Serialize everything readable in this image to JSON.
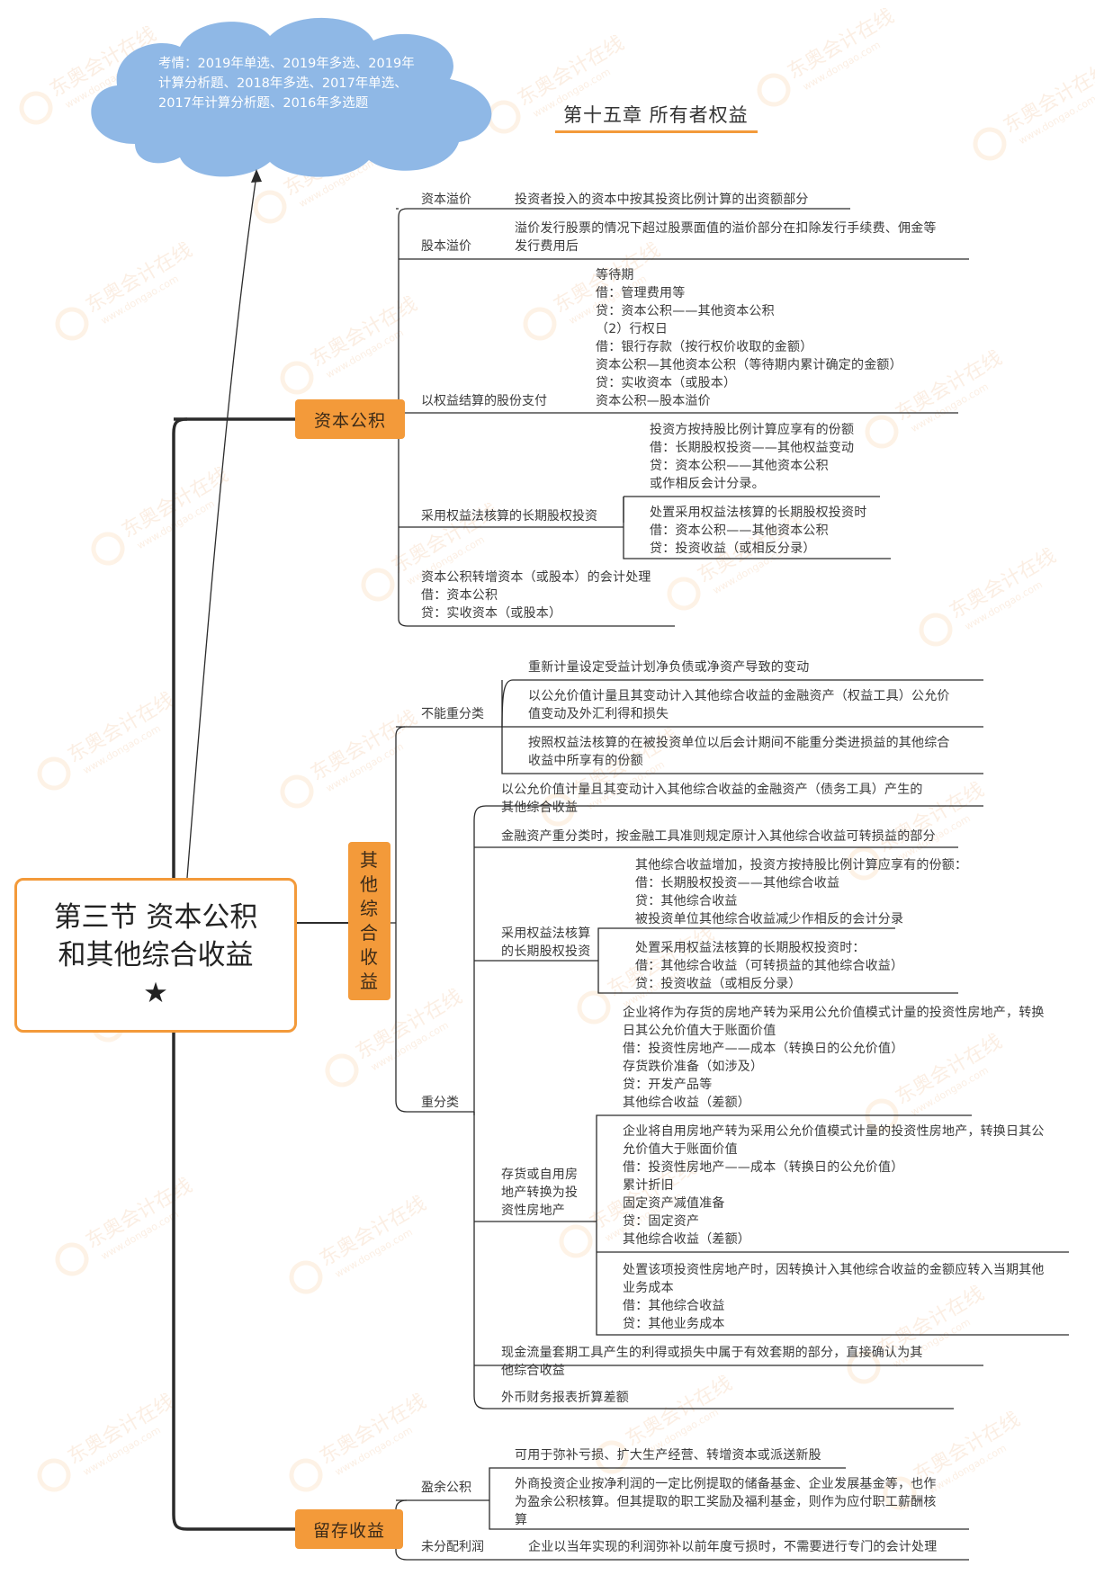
{
  "cloud": {
    "text": "考情：2019年单选、2019年多选、2019年\n计算分析题、2018年多选、2017年单选、\n2017年计算分析题、2016年多选题"
  },
  "chapter_title": "第十五章 所有者权益",
  "root": {
    "line1": "第三节 资本公积",
    "line2": "和其他综合收益",
    "star": "★"
  },
  "capital_reserve": {
    "label": "资本公积",
    "capital_premium": {
      "label": "资本溢价",
      "text": "投资者投入的资本中按其投资比例计算的出资额部分"
    },
    "share_premium": {
      "label": "股本溢价",
      "text": "溢价发行股票的情况下超过股票面值的溢价部分在扣除发行手续费、佣金等\n发行费用后"
    },
    "equity_settled": {
      "label": "以权益结算的股份支付",
      "text": "等待期\n借：管理费用等\n   贷：资本公积——其他资本公积\n（2）行权日\n借：银行存款（按行权价收取的金额）\n      资本公积—其他资本公积（等待期内累计确定的金额）\n   贷：实收资本（或股本）\n         资本公积—股本溢价"
    },
    "equity_method": {
      "label": "采用权益法核算的长期股权投资",
      "text1": "投资方按持股比例计算应享有的份额\n借：长期股权投资——其他权益变动\n   贷：资本公积——其他资本公积\n或作相反会计分录。",
      "text2": "处置采用权益法核算的长期股权投资时\n借：资本公积——其他资本公积\n   贷：投资收益（或相反分录）"
    },
    "conversion": {
      "text": "资本公积转增资本（或股本）的会计处理\n借：资本公积\n   贷：实收资本（或股本）"
    }
  },
  "oci": {
    "label": [
      "其",
      "他",
      "综",
      "合",
      "收",
      "益"
    ],
    "non_reclass": {
      "label": "不能重分类",
      "items": [
        "重新计量设定受益计划净负债或净资产导致的变动",
        "以公允价值计量且其变动计入其他综合收益的金融资产（权益工具）公允价\n值变动及外汇利得和损失",
        "按照权益法核算的在被投资单位以后会计期间不能重分类进损益的其他综合\n收益中所享有的份额"
      ]
    },
    "reclass": {
      "label": "重分类",
      "item1": "以公允价值计量且其变动计入其他综合收益的金融资产（债务工具）产生的\n其他综合收益",
      "item2": "金融资产重分类时，按金融工具准则规定原计入其他综合收益可转损益的部分",
      "equity_method": {
        "label": "采用权益法核算\n的长期股权投资",
        "text1": "其他综合收益增加，投资方按持股比例计算应享有的份额：\n借：长期股权投资——其他综合收益\n   贷：其他综合收益\n被投资单位其他综合收益减少作相反的会计分录",
        "text2": "处置采用权益法核算的长期股权投资时：\n借：其他综合收益（可转损益的其他综合收益）\n   贷：投资收益（或相反分录）"
      },
      "property": {
        "label": "存货或自用房\n地产转换为投\n资性房地产",
        "text1": "企业将作为存货的房地产转为采用公允价值模式计量的投资性房地产，转换\n日其公允价值大于账面价值\n借：投资性房地产——成本（转换日的公允价值）\n      存货跌价准备（如涉及）\n   贷：开发产品等\n         其他综合收益（差额）",
        "text2": "企业将自用房地产转为采用公允价值模式计量的投资性房地产，转换日其公\n允价值大于账面价值\n借：投资性房地产——成本（转换日的公允价值）\n      累计折旧\n      固定资产减值准备\n   贷：固定资产\n         其他综合收益（差额）",
        "text3": "处置该项投资性房地产时，因转换计入其他综合收益的金额应转入当期其他\n业务成本\n借：其他综合收益\n   贷：其他业务成本"
      },
      "item_cashflow": "现金流量套期工具产生的利得或损失中属于有效套期的部分，直接确认为其\n他综合收益",
      "item_fx": "外币财务报表折算差额"
    }
  },
  "retained": {
    "label": "留存收益",
    "surplus": {
      "label": "盈余公积",
      "item1": "可用于弥补亏损、扩大生产经营、转增资本或派送新股",
      "item2": "外商投资企业按净利润的一定比例提取的储备基金、企业发展基金等，也作\n为盈余公积核算。但其提取的职工奖励及福利基金，则作为应付职工薪酬核\n算"
    },
    "undistributed": {
      "label": "未分配利润",
      "text": "企业以当年实现的利润弥补以前年度亏损时，不需要进行专门的会计处理"
    }
  },
  "watermark": {
    "brand": "东奥会计在线",
    "url": "www.dongao.com"
  },
  "colors": {
    "accent": "#f39a3a",
    "cloud": "#8fb8e6",
    "line": "#2b2b2b"
  }
}
